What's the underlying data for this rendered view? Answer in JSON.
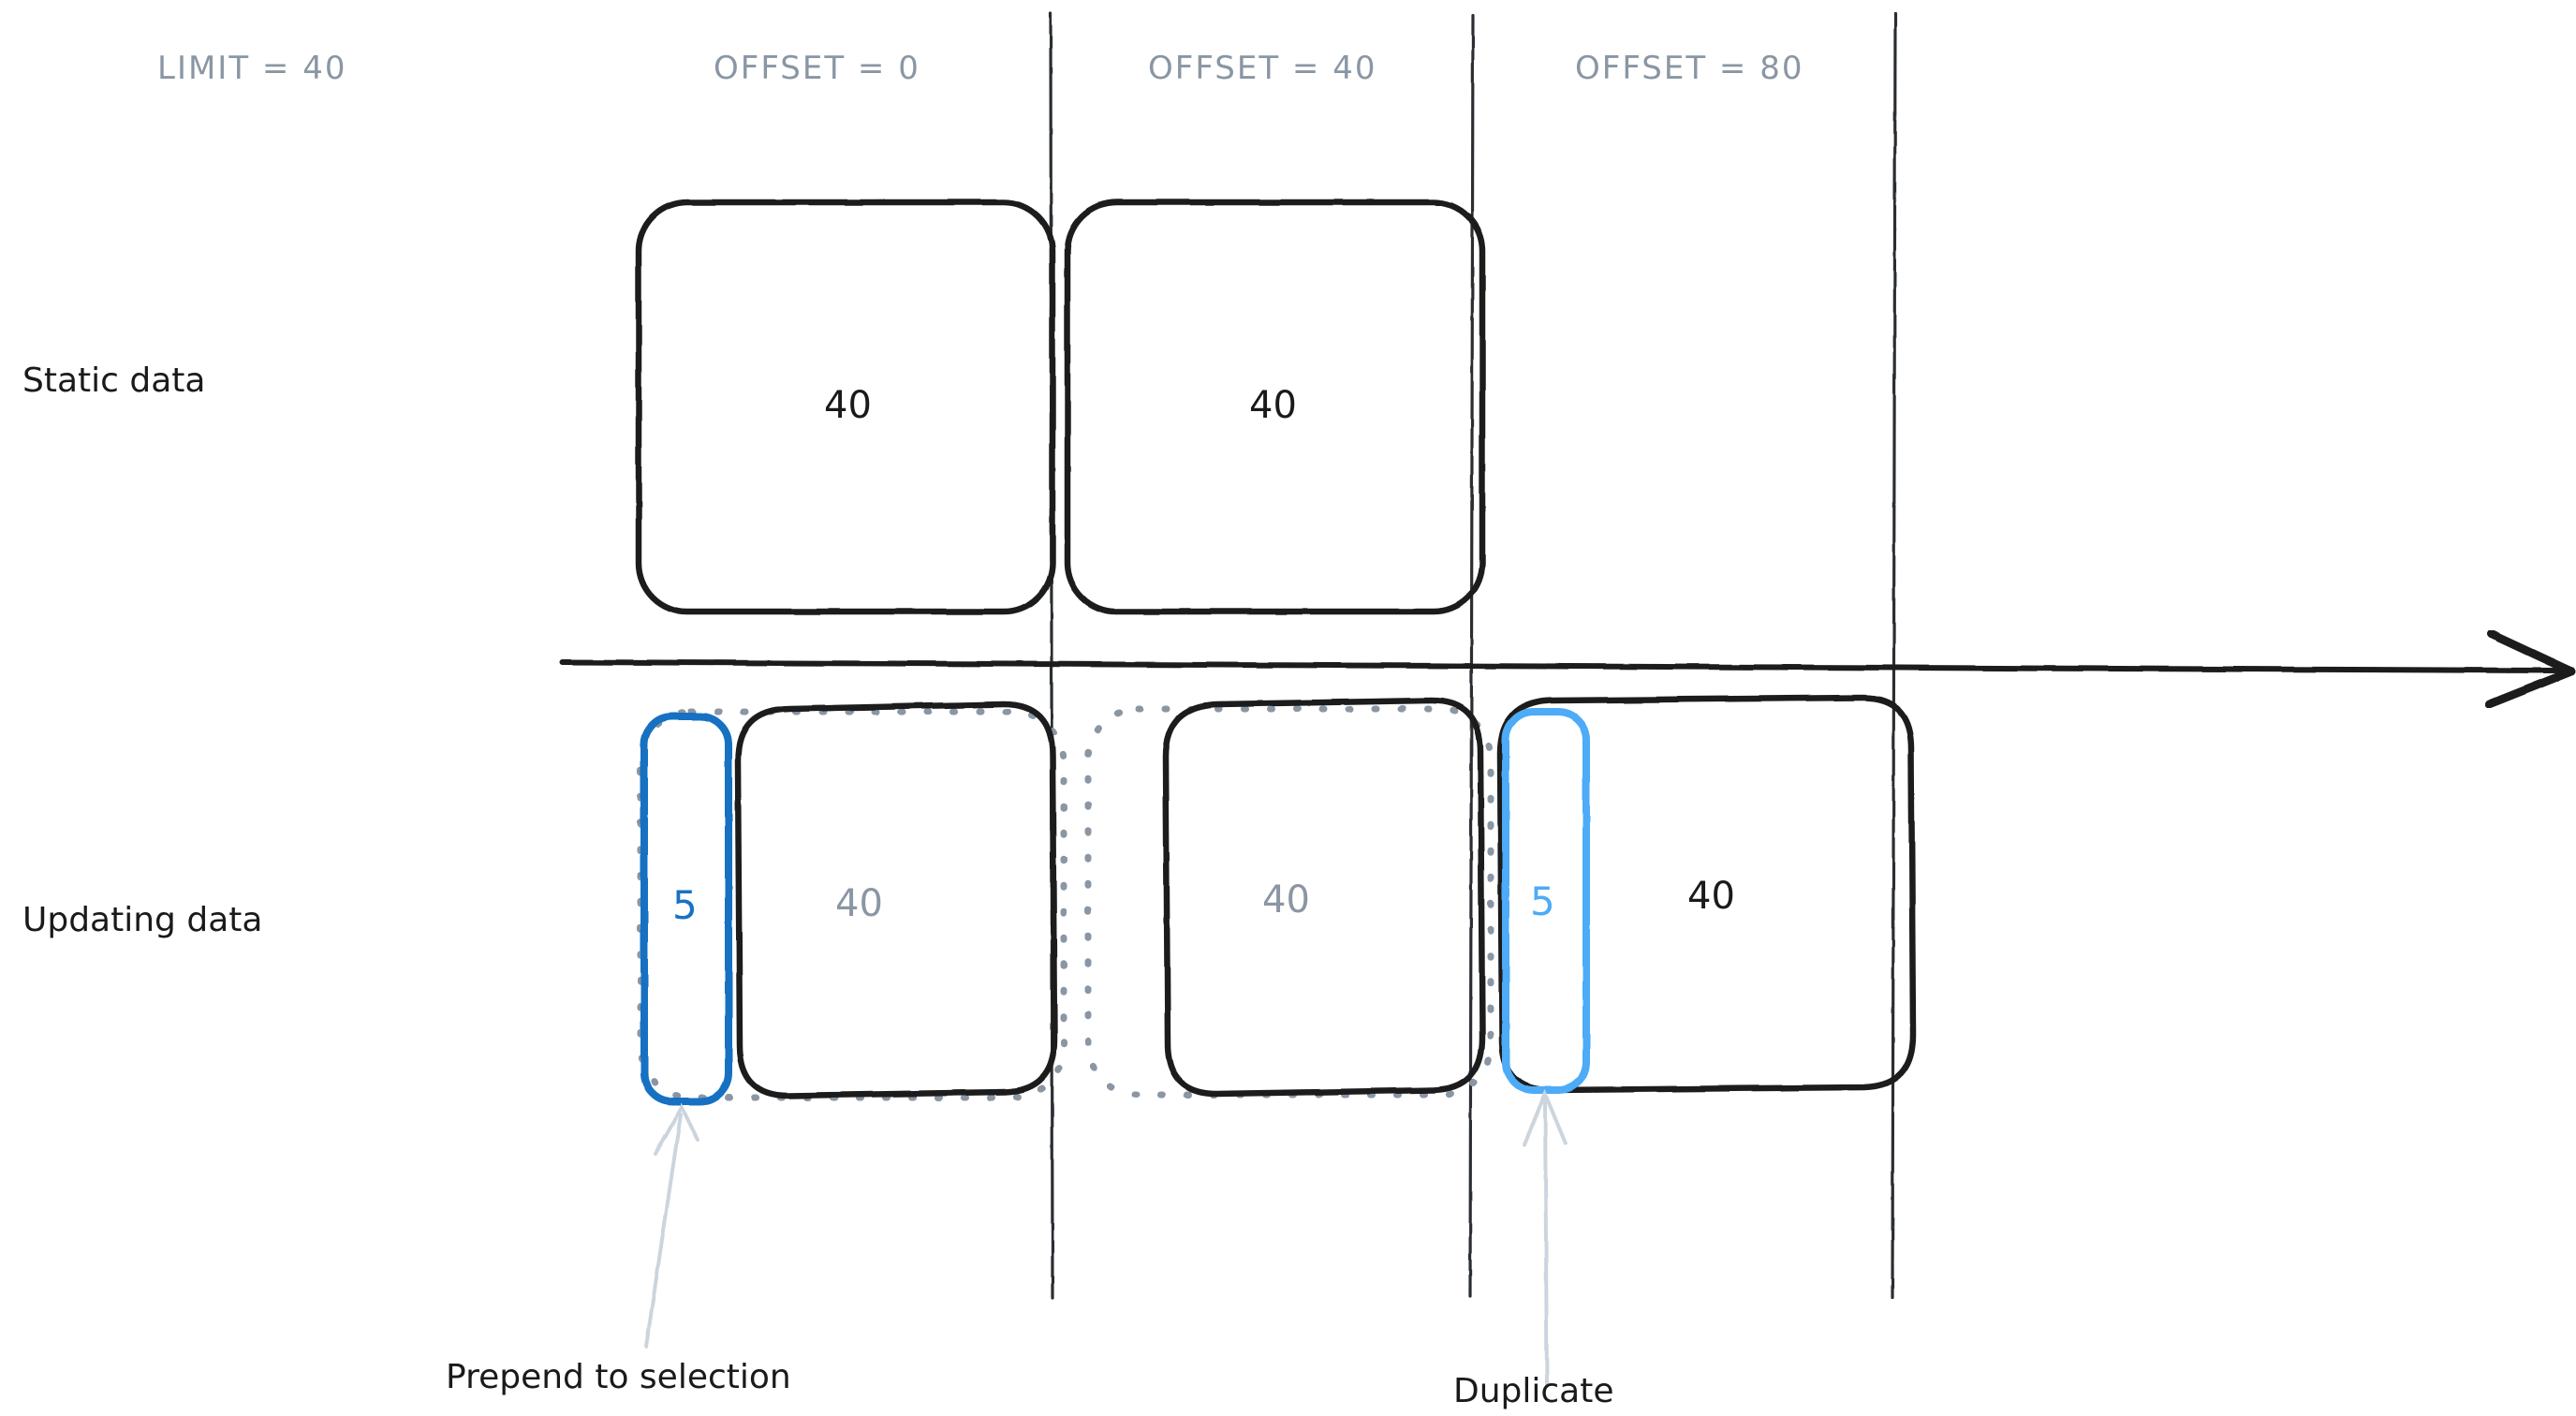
{
  "diagram": {
    "title_hint": "Pagination with limit and offset — static vs updating data",
    "colors": {
      "stroke": "#1f1f1f",
      "muted": "#8a96a3",
      "blue_dark": "#1971c2",
      "blue_light": "#4dabf7",
      "dashed": "#8a96a3",
      "arrow_leader": "#ccd5dd"
    },
    "headers": [
      {
        "id": "limit",
        "label": "LIMIT = 40"
      },
      {
        "id": "offset0",
        "label": "OFFSET = 0"
      },
      {
        "id": "offset40",
        "label": "OFFSET = 40"
      },
      {
        "id": "offset80",
        "label": "OFFSET = 80"
      }
    ],
    "rows": [
      {
        "id": "static",
        "label": "Static data"
      },
      {
        "id": "updating",
        "label": "Updating data"
      }
    ],
    "static_row": {
      "pages": [
        {
          "id": "static-page-1",
          "value": "40"
        },
        {
          "id": "static-page-2",
          "value": "40"
        }
      ]
    },
    "updating_row": {
      "inserted": [
        {
          "id": "prepended-chunk",
          "value": "5",
          "tone": "blue-dark"
        },
        {
          "id": "duplicated-chunk",
          "value": "5",
          "tone": "blue-light"
        }
      ],
      "pages": [
        {
          "id": "updating-page-1",
          "value": "40",
          "tone": "muted"
        },
        {
          "id": "updating-page-2",
          "value": "40",
          "tone": "muted"
        },
        {
          "id": "updating-page-3",
          "value": "40",
          "tone": "normal"
        }
      ],
      "ghost_pages": [
        {
          "id": "ghost-page-1"
        },
        {
          "id": "ghost-page-2"
        }
      ]
    },
    "annotations": [
      {
        "id": "prepend-note",
        "label": "Prepend to selection"
      },
      {
        "id": "duplicate-note",
        "label": "Duplicate"
      }
    ],
    "axis": {
      "id": "timeline-axis",
      "direction": "right"
    }
  }
}
